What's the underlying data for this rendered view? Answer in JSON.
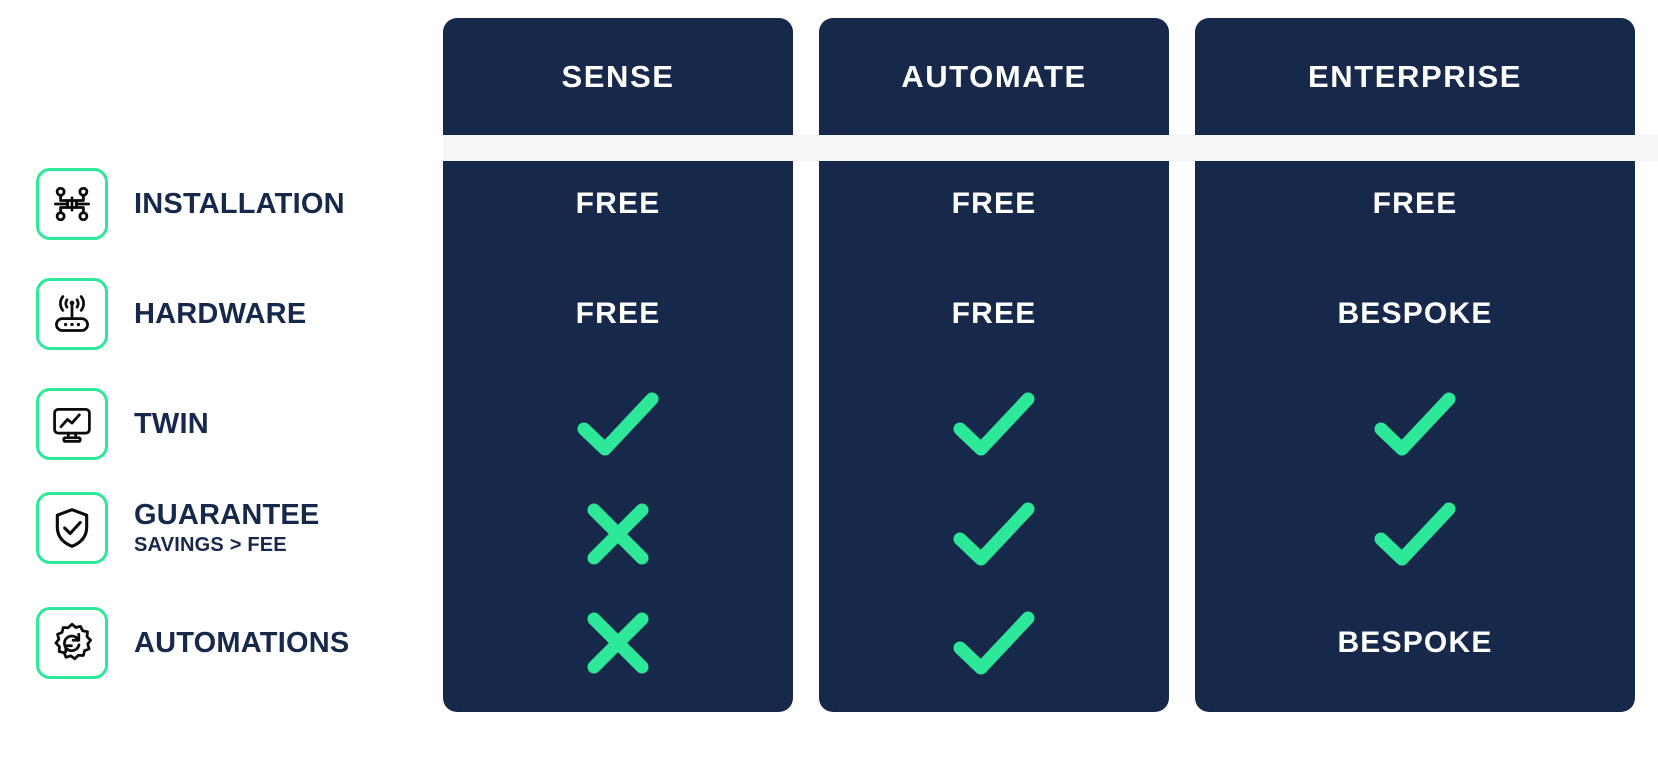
{
  "table": {
    "plans": [
      {
        "name": "SENSE"
      },
      {
        "name": "AUTOMATE"
      },
      {
        "name": "ENTERPRISE"
      }
    ],
    "features": [
      {
        "icon": "circuit-node-icon",
        "title": "INSTALLATION",
        "subtitle": "",
        "values": [
          "FREE",
          "FREE",
          "FREE"
        ],
        "types": [
          "text",
          "text",
          "text"
        ]
      },
      {
        "icon": "router-wifi-icon",
        "title": "HARDWARE",
        "subtitle": "",
        "values": [
          "FREE",
          "FREE",
          "BESPOKE"
        ],
        "types": [
          "text",
          "text",
          "text"
        ]
      },
      {
        "icon": "monitor-chart-icon",
        "title": "TWIN",
        "subtitle": "",
        "values": [
          "check",
          "check",
          "check"
        ],
        "types": [
          "check",
          "check",
          "check"
        ]
      },
      {
        "icon": "shield-check-icon",
        "title": "GUARANTEE",
        "subtitle": "SAVINGS > FEE",
        "values": [
          "cross",
          "check",
          "check"
        ],
        "types": [
          "cross",
          "check",
          "check"
        ]
      },
      {
        "icon": "gear-refresh-icon",
        "title": "AUTOMATIONS",
        "subtitle": "",
        "values": [
          "cross",
          "check",
          "BESPOKE"
        ],
        "types": [
          "cross",
          "check",
          "text"
        ]
      }
    ]
  },
  "colors": {
    "navy": "#17294b",
    "green": "#2ee89a",
    "white": "#ffffff",
    "band": "#f5f6f7"
  }
}
